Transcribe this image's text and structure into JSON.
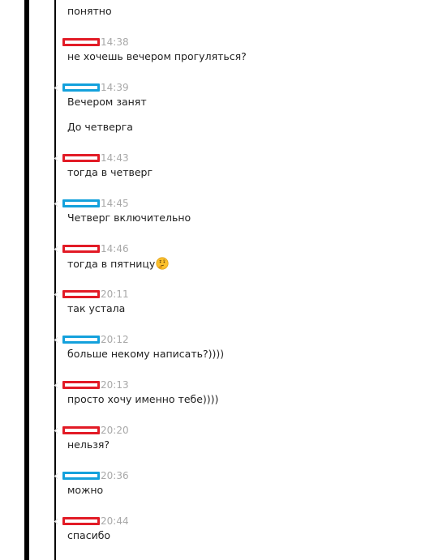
{
  "first_line": "понятно",
  "messages": [
    {
      "color": "red",
      "time": "14:38",
      "lines": [
        "не хочешь вечером прогуляться?"
      ]
    },
    {
      "color": "blue",
      "time": "14:39",
      "lines": [
        "Вечером занят",
        "До четверга"
      ]
    },
    {
      "color": "red",
      "time": "14:43",
      "lines": [
        "тогда в четверг"
      ]
    },
    {
      "color": "blue",
      "time": "14:45",
      "lines": [
        "Четверг включительно"
      ]
    },
    {
      "color": "red",
      "time": "14:46",
      "lines": [
        "тогда в пятницу"
      ],
      "emoji": "thinking-face-icon"
    },
    {
      "color": "red",
      "time": "20:11",
      "lines": [
        "так устала"
      ]
    },
    {
      "color": "blue",
      "time": "20:12",
      "lines": [
        "больше некому написать?))))"
      ]
    },
    {
      "color": "red",
      "time": "20:13",
      "lines": [
        "просто хочу именно тебе))))"
      ]
    },
    {
      "color": "red",
      "time": "20:20",
      "lines": [
        "нельзя?"
      ]
    },
    {
      "color": "blue",
      "time": "20:36",
      "lines": [
        "можно"
      ]
    },
    {
      "color": "red",
      "time": "20:44",
      "lines": [
        "спасибо"
      ]
    }
  ],
  "colors": {
    "red": "#e21b26",
    "blue": "#14a1dc",
    "time": "#a8a8a8",
    "text": "#222222"
  }
}
